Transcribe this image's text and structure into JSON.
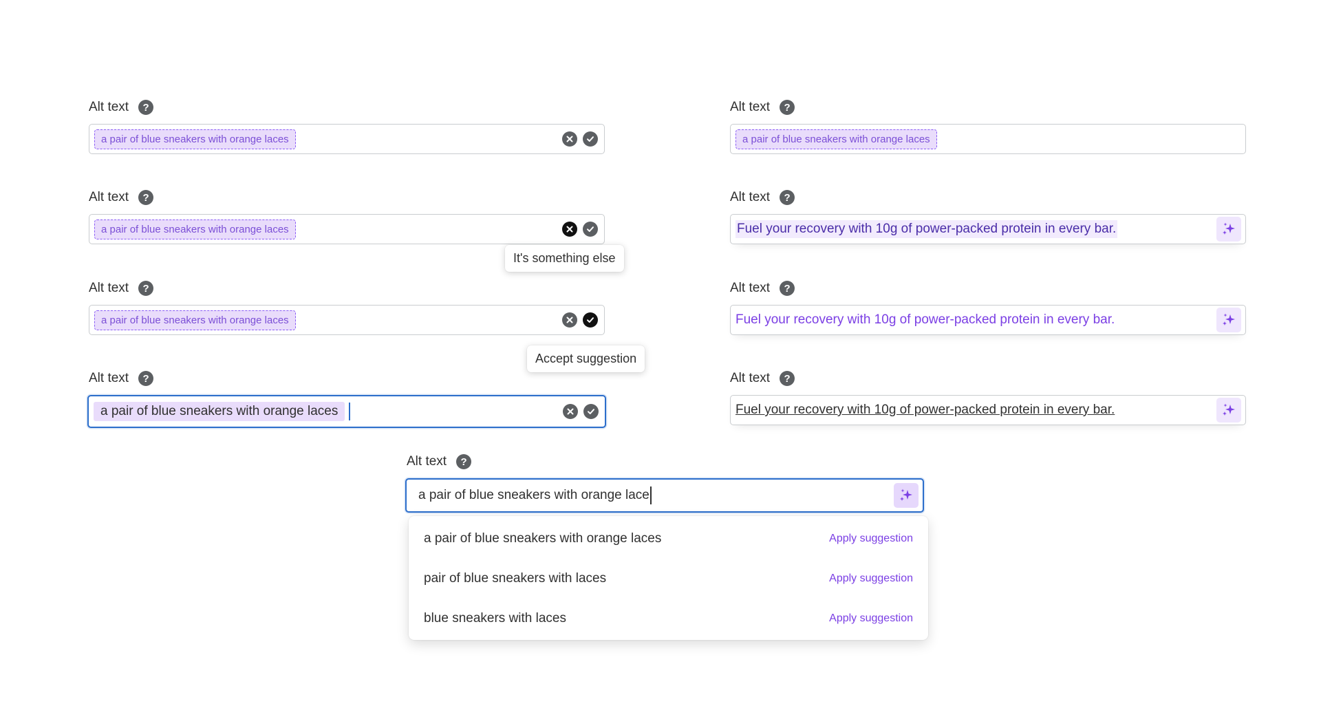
{
  "label": "Alt text",
  "help_glyph": "?",
  "chip_text": "a pair of blue sneakers with orange laces",
  "fuel_text": "Fuel your recovery with 10g of power-packed protein in every bar.",
  "tooltips": {
    "reject": "It's something else",
    "accept": "Accept suggestion"
  },
  "typed_value": "a pair of blue sneakers with orange lace",
  "suggestions": [
    {
      "text": "a pair of blue sneakers with orange laces",
      "action": "Apply suggestion"
    },
    {
      "text": "pair of blue sneakers with laces",
      "action": "Apply suggestion"
    },
    {
      "text": "blue sneakers with laces",
      "action": "Apply suggestion"
    }
  ],
  "colors": {
    "accent_purple": "#7b3fe4",
    "chip_bg": "#e9dcfb",
    "focus_blue": "#2c6ecb"
  }
}
